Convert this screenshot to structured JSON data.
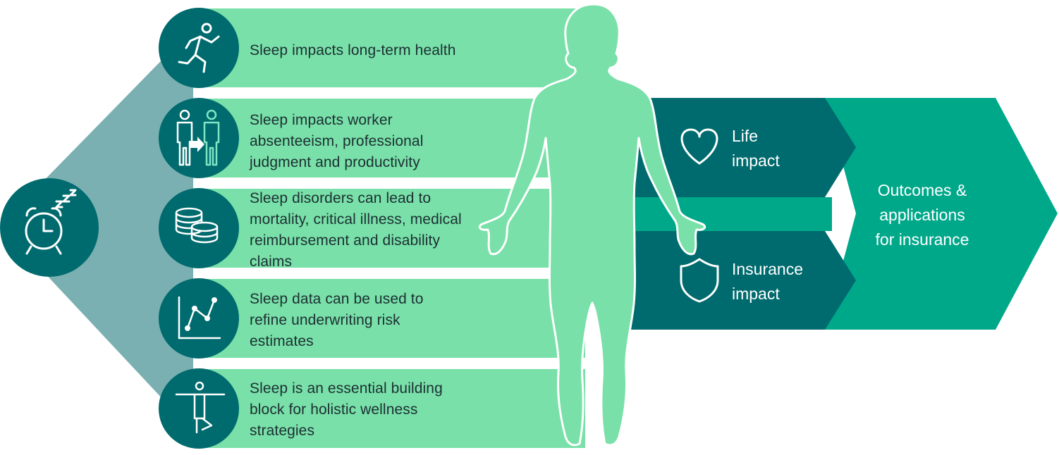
{
  "items": [
    {
      "text": "Sleep impacts long-term health",
      "icon": "running-person-icon"
    },
    {
      "text": "Sleep impacts worker absenteeism, professional judgment and productivity",
      "icon": "people-transfer-icon"
    },
    {
      "text": "Sleep disorders can lead to mortality, critical illness, medical reimbursement and disability claims",
      "icon": "coins-icon"
    },
    {
      "text": "Sleep data can be used to refine underwriting risk estimates",
      "icon": "line-chart-icon"
    },
    {
      "text": "Sleep is an essential building block for holistic wellness strategies",
      "icon": "yoga-pose-icon"
    }
  ],
  "impacts": [
    {
      "label": "Life\nimpact",
      "icon": "heart-icon"
    },
    {
      "label": "Insurance\nimpact",
      "icon": "shield-icon"
    }
  ],
  "outcome": "Outcomes &\napplications\nfor insurance",
  "center_icon": "alarm-clock-icon",
  "colors": {
    "bar_green": "#78e0a8",
    "dark_teal": "#006b6e",
    "bright_teal": "#00a88a",
    "slate_teal": "#7ab0b1",
    "text_dark": "#1d2f33"
  }
}
